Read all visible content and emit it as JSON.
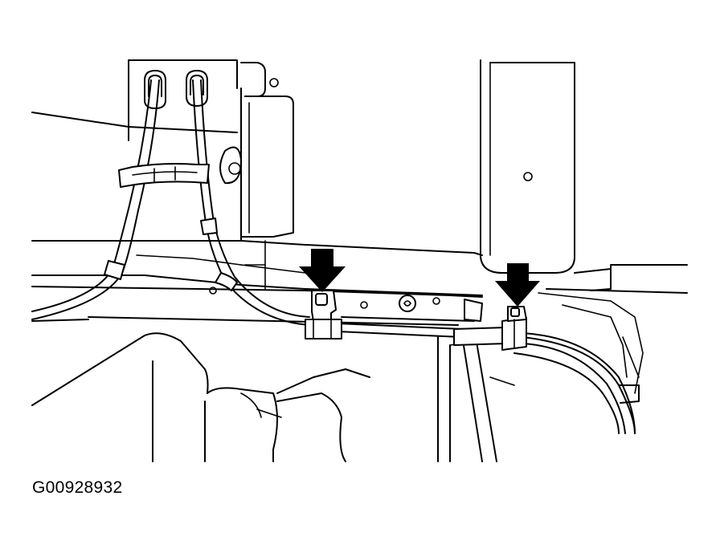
{
  "figure": {
    "id_label": "G00928932"
  },
  "callouts": [
    {
      "name": "arrow-left-clip",
      "points_to": "cable-clip-left"
    },
    {
      "name": "arrow-right-clip",
      "points_to": "cable-clip-right"
    }
  ],
  "colors": {
    "line": "#000000",
    "background": "#ffffff"
  }
}
